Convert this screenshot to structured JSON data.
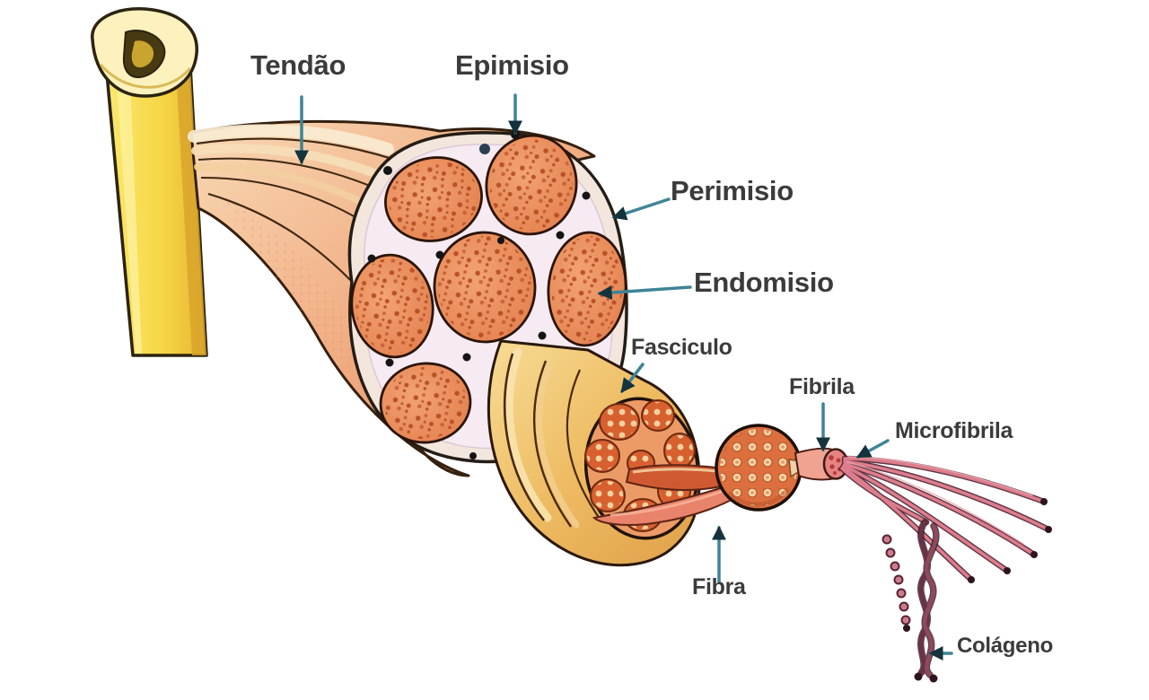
{
  "figure": {
    "labels": {
      "tendao": "Tendão",
      "epimisio": "Epimisio",
      "perimisio": "Perimisio",
      "endomisio": "Endomisio",
      "fasciculo": "Fasciculo",
      "fibrila": "Fibrila",
      "microfibrila": "Microfibrila",
      "fibra": "Fibra",
      "colageno": "Colágeno"
    },
    "palette": {
      "background": "#ffffff",
      "label_text": "#3b3b3b",
      "arrow_shaft": "#3f8496",
      "arrow_head": "#14333d",
      "bone_yellow": "#f6d747",
      "bone_head_cream": "#fdf2bd",
      "bone_shadow": "#d9a42c",
      "tendon_cream": "#f9ead0",
      "muscle_salmon": "#ee9a6c",
      "epimysium_ring": "#f3e6dc",
      "perimysium_channel": "#f6ebf2",
      "fascicle_orange": "#ec9260",
      "fascicle_speckle": "#b54a22",
      "pullout_tan": "#eebb62",
      "cut_face_orange": "#ec9b66",
      "fiber_honeycomb_dot": "#f4d6a4",
      "fiber_red": "#cf5a32",
      "fibril_pink": "#f0a391",
      "microfibril_pink": "#dd7d8c",
      "collagen_dark": "#6b3146"
    }
  }
}
